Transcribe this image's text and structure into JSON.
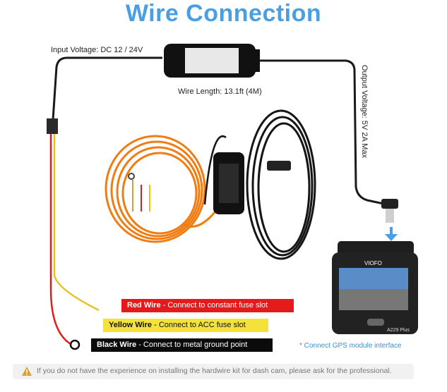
{
  "title": "Wire Connection",
  "input_voltage": "Input Voltage: DC 12 / 24V",
  "output_voltage": "Output Voltage: 5V 2A Max",
  "wire_length": "Wire Length: 13.1ft (4M)",
  "red_wire": {
    "name": "Red Wire",
    "desc": " - Connect to constant fuse slot",
    "color": "#e51b1b"
  },
  "yellow_wire": {
    "name": "Yellow Wire",
    "desc": " - Connect to ACC fuse slot",
    "color": "#f4e23a"
  },
  "black_wire": {
    "name": "Black Wire",
    "desc": " - Connect to metal ground point",
    "color": "#0b0b0b"
  },
  "gps_note": "* Connect GPS module interface",
  "warning": "If you do not have the experience on installing the hardwire kit for dash cam, please ask for the professional.",
  "warning_icon": "warning-triangle-icon",
  "camera_brand": "VIOFO",
  "camera_model": "A229 Plus",
  "accent_color": "#4a9fe3"
}
